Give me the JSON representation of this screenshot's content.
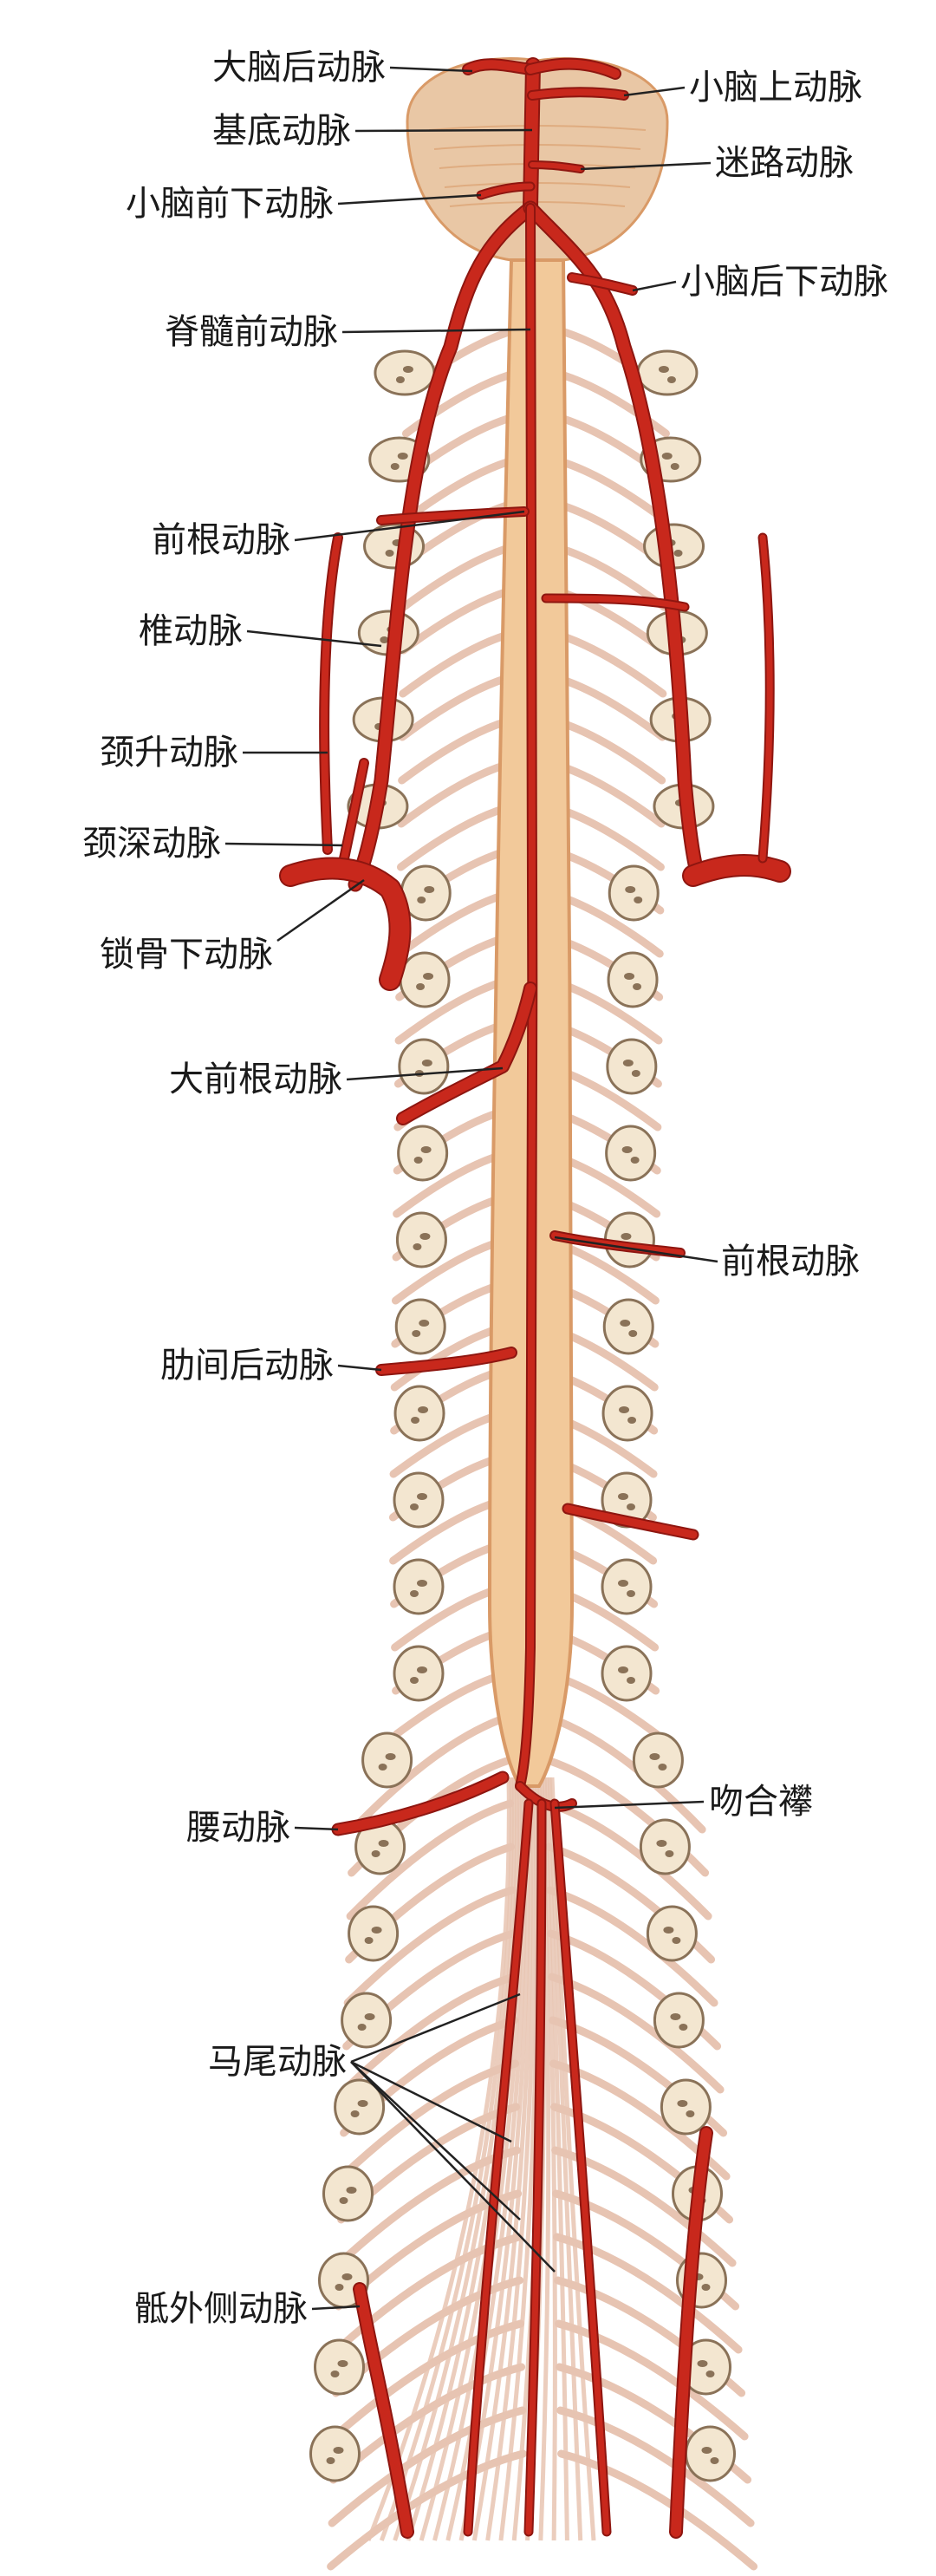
{
  "colors": {
    "background": "#ffffff",
    "artery": "#c8281c",
    "artery_dark": "#8e1610",
    "spinal_cord": "#f2c99a",
    "cord_edge": "#d99a67",
    "brainstem": "#e9c7a5",
    "vertebra": "#f3e6d0",
    "vertebra_outline": "#8a7258",
    "nerve_root": "#e7c4b2",
    "label_text": "#1a1a1a",
    "leader_line": "#222222"
  },
  "labels": {
    "posterior_cerebral": "大脑后动脉",
    "superior_cerebellar": "小脑上动脉",
    "basilar": "基底动脉",
    "labyrinthine": "迷路动脉",
    "anterior_inferior_cerebellar": "小脑前下动脉",
    "posterior_inferior_cerebellar": "小脑后下动脉",
    "anterior_spinal": "脊髓前动脉",
    "anterior_radicular_upper": "前根动脉",
    "vertebral": "椎动脉",
    "ascending_cervical": "颈升动脉",
    "deep_cervical": "颈深动脉",
    "subclavian": "锁骨下动脉",
    "great_anterior_radicular": "大前根动脉",
    "anterior_radicular_lower": "前根动脉",
    "posterior_intercostal": "肋间后动脉",
    "anastomotic_loop": "吻合襻",
    "lumbar": "腰动脉",
    "cauda_equina": "马尾动脉",
    "lateral_sacral": "骶外侧动脉"
  }
}
